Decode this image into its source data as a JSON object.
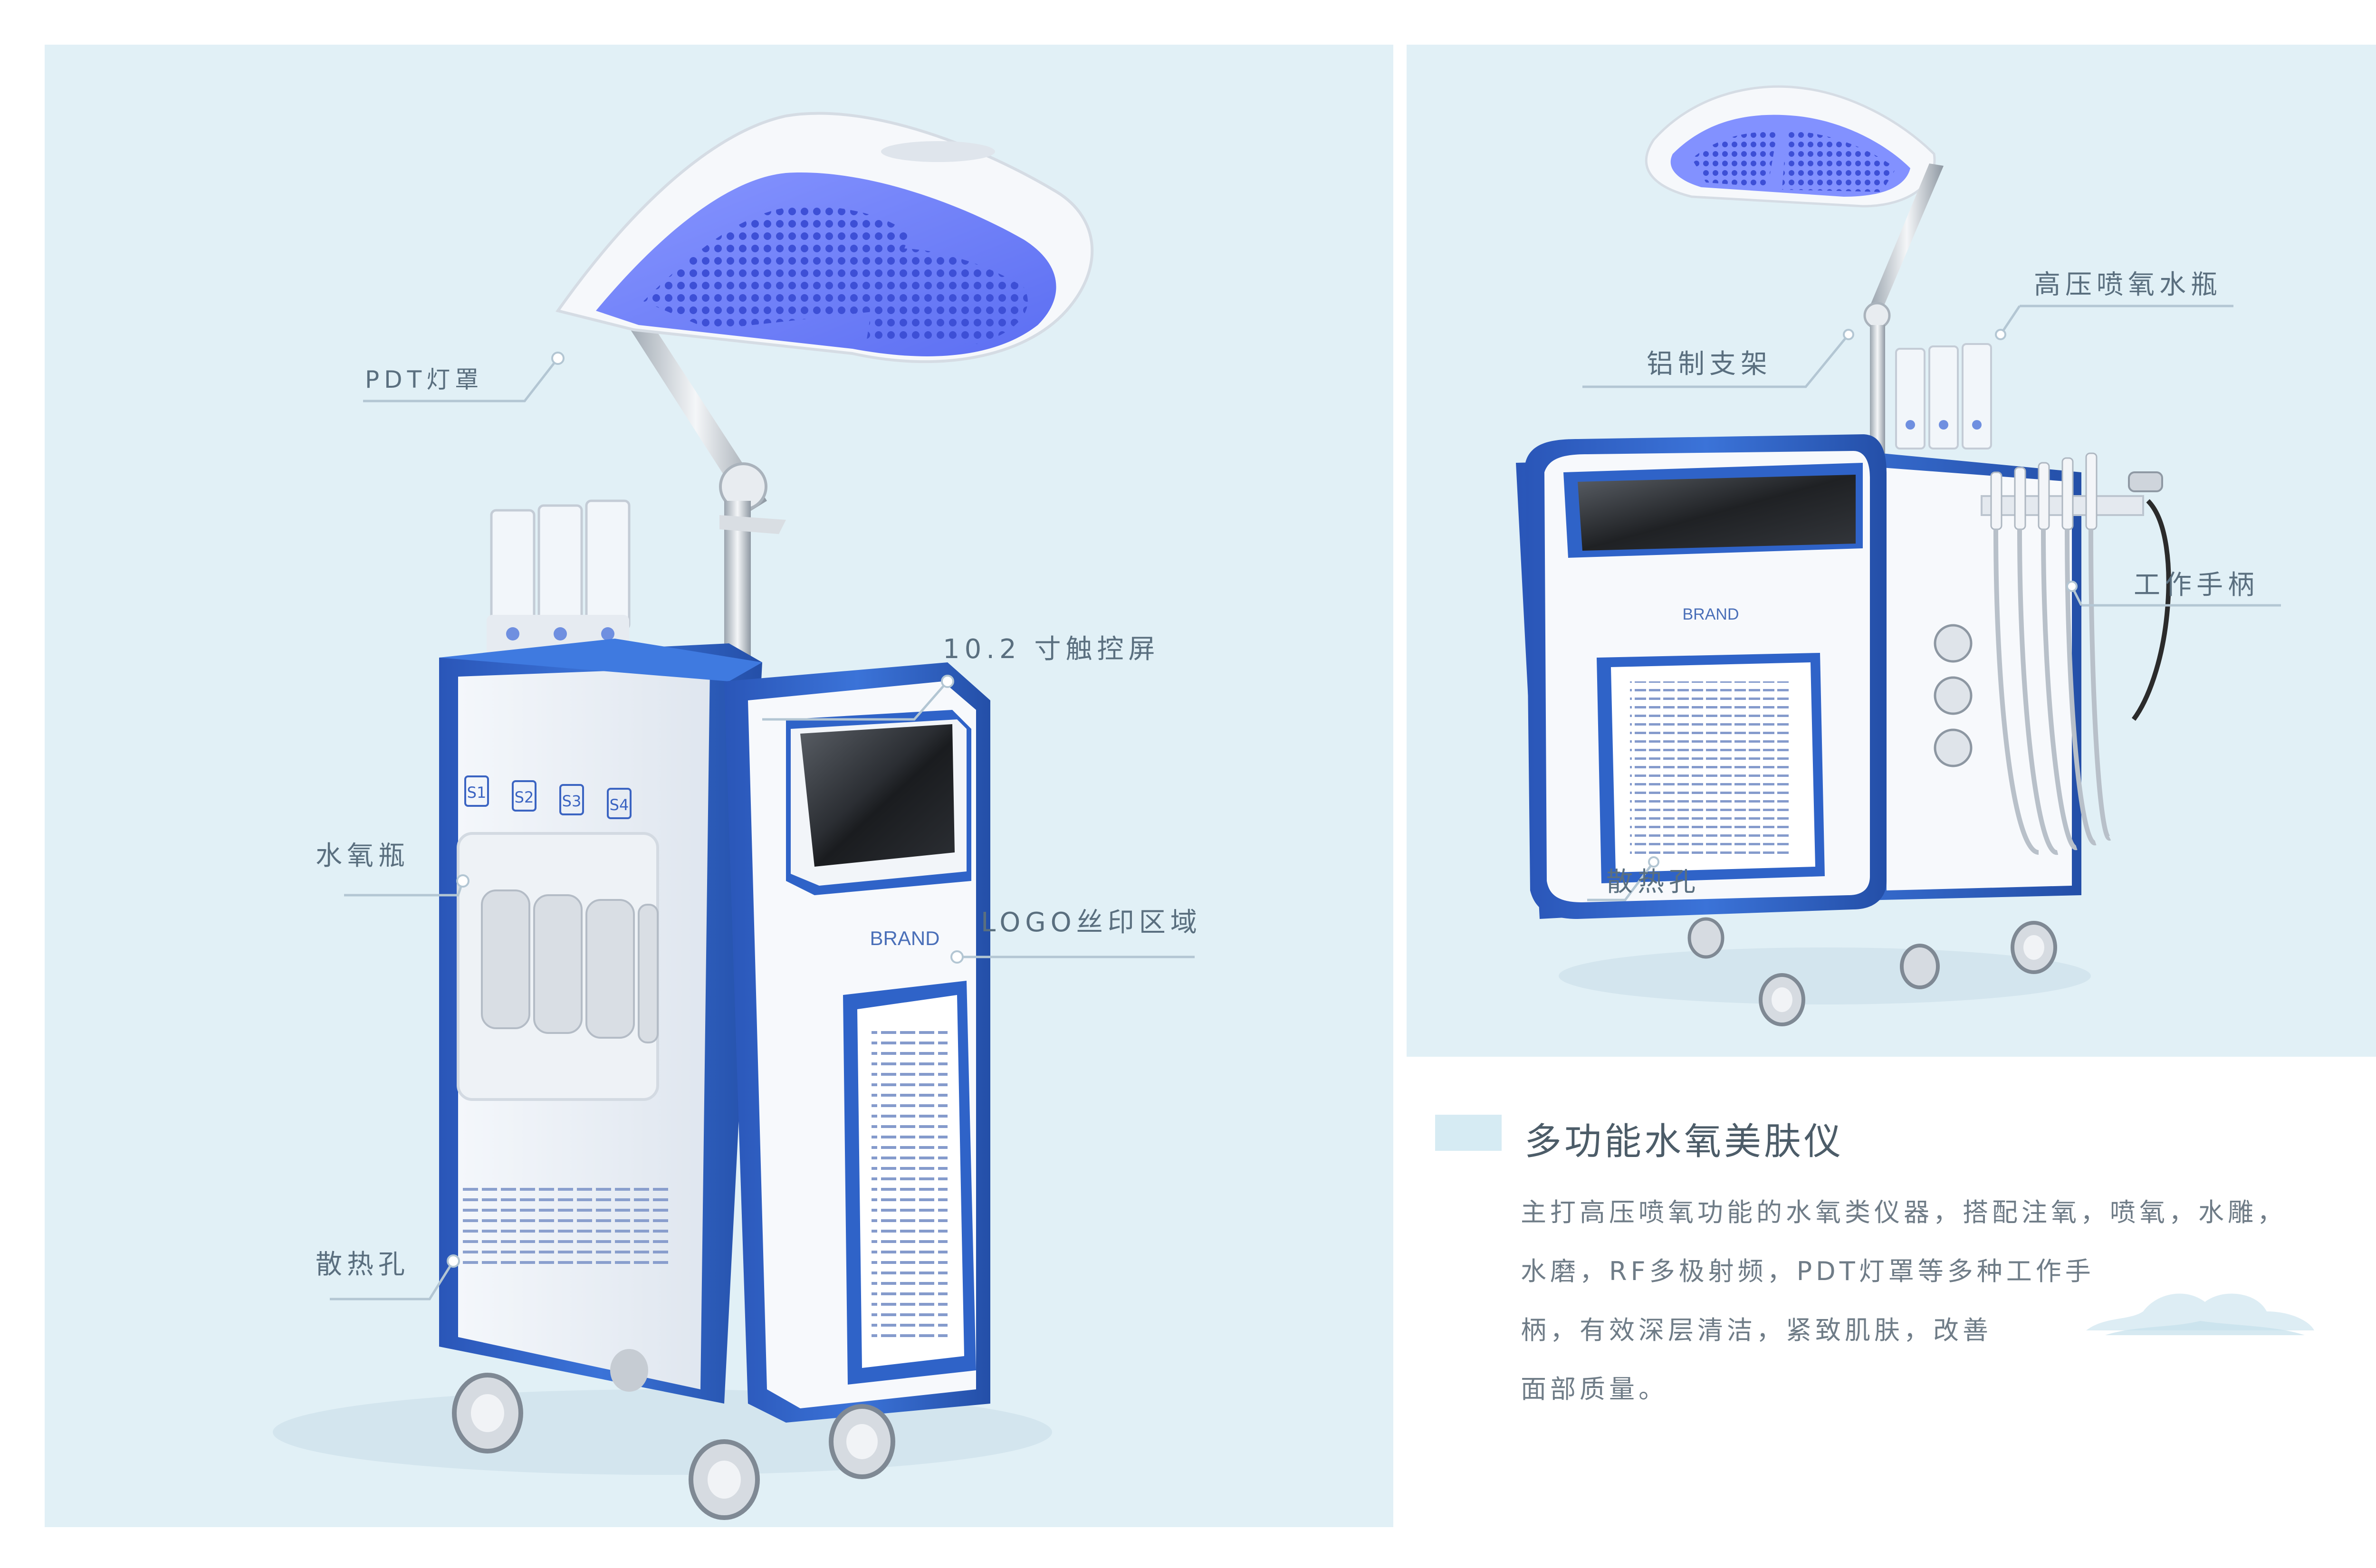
{
  "left_panel": {
    "labels": {
      "pdt_cover": "PDT灯罩",
      "touch_screen": "10.2 寸触控屏",
      "water_oxygen_bottle": "水氧瓶",
      "logo_area": "LOGO丝印区域",
      "cooling_vent": "散热孔"
    },
    "device": {
      "brand": "BRAND",
      "bottle_tags": [
        "S1",
        "S2",
        "S3",
        "S4"
      ]
    }
  },
  "right_panel": {
    "labels": {
      "high_pressure_bottle": "高压喷氧水瓶",
      "aluminum_bracket": "铝制支架",
      "handpiece": "工作手柄",
      "cooling_vent": "散热孔"
    },
    "device": {
      "brand": "BRAND"
    }
  },
  "product": {
    "title": "多功能水氧美肤仪",
    "description_lines": [
      "主打高压喷氧功能的水氧类仪器，搭配注氧，喷氧，水雕，",
      "水磨，RF多极射频，PDT灯罩等多种工作手",
      "柄，有效深层清洁，紧致肌肤，改善",
      "面部质量。"
    ]
  },
  "colors": {
    "background": "#e1f0f6",
    "device_blue": "#2f63c8",
    "led_blue": "#4b5fe8",
    "text": "#5a6f7f"
  }
}
